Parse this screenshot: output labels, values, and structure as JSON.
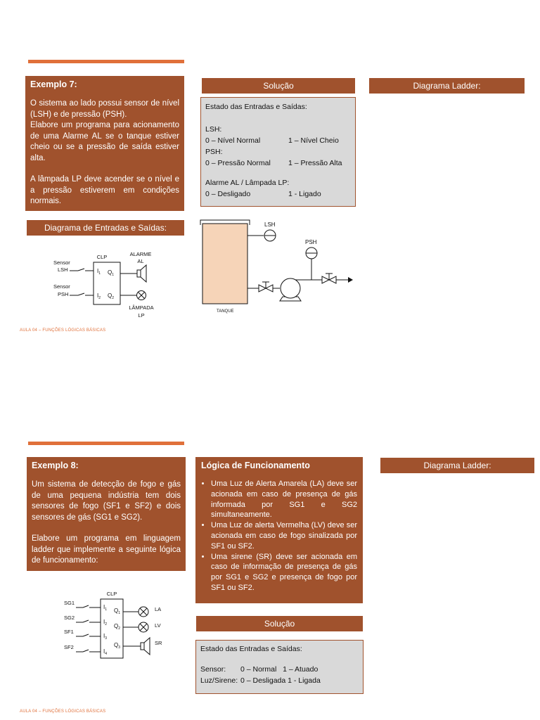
{
  "slide1": {
    "example": {
      "title": "Exemplo 7:",
      "p1": "O sistema ao lado possui sensor de nível (LSH) e de pressão (PSH).",
      "p2": "Elabore um programa para acionamento de uma Alarme AL se o tanque estiver cheio ou se a pressão de saída estiver alta.",
      "p3": "A lâmpada LP deve acender se o nível e a pressão estiverem em condições normais."
    },
    "solution": {
      "header": "Solução",
      "heading": "Estado das Entradas e Saídas:",
      "lsh_label": "LSH:",
      "lsh_0": "0 – Nível Normal",
      "lsh_1": "1 – Nível Cheio",
      "psh_label": "PSH:",
      "psh_0": "0 – Pressão Normal",
      "psh_1": "1 – Pressão Alta",
      "alarm_label": "Alarme AL / Lâmpada LP:",
      "alarm_0": "0 – Desligado",
      "alarm_1": "1 - Ligado"
    },
    "ladder_header": "Diagrama Ladder:",
    "io_header": "Diagrama de Entradas e Saídas:",
    "io_diagram": {
      "clp": "CLP",
      "sensor1_a": "Sensor",
      "sensor1_b": "LSH",
      "sensor2_a": "Sensor",
      "sensor2_b": "PSH",
      "in1": "I",
      "in1_sub": "1",
      "in2": "I",
      "in2_sub": "2",
      "out1": "Q",
      "out1_sub": "1",
      "out2": "Q",
      "out2_sub": "2",
      "alarm_a": "ALARME",
      "alarm_b": "AL",
      "lamp_a": "LÂMPADA",
      "lamp_b": "LP"
    },
    "process": {
      "lsh": "LSH",
      "psh": "PSH",
      "tank": "TANQUE"
    },
    "footer": "AULA 04 – FUNÇÕES LÓGICAS BÁSICAS"
  },
  "slide2": {
    "example": {
      "title": "Exemplo 8:",
      "p1": "Um sistema de detecção de fogo e gás de uma pequena indústria tem dois sensores de fogo (SF1 e SF2) e dois sensores de gás (SG1 e SG2).",
      "p2": "Elabore um programa em linguagem ladder que implemente a seguinte lógica de funcionamento:"
    },
    "logic": {
      "title": "Lógica de Funcionamento",
      "items": [
        "Uma Luz de Alerta Amarela (LA) deve ser acionada em caso de presença de gás informada por SG1 e SG2 simultaneamente.",
        "Uma Luz de alerta Vermelha (LV) deve ser acionada em caso de fogo sinalizada por SF1 ou SF2.",
        "Uma sirene (SR) deve ser acionada em caso de informação de presença de gás por SG1 e SG2 e presença de fogo por SF1 ou SF2."
      ]
    },
    "ladder_header": "Diagrama Ladder:",
    "solution": {
      "header": "Solução",
      "heading": "Estado das Entradas e Saídas:",
      "sensor_label": "Sensor:",
      "sensor_states": "0 – Normal   1 – Atuado",
      "out_label": "Luz/Sirene:",
      "out_states": "0 – Desligada 1 - Ligada"
    },
    "io_diagram": {
      "clp": "CLP",
      "sg1": "SG1",
      "sg2": "SG2",
      "sf1": "SF1",
      "sf2": "SF2",
      "i": "I",
      "i1": "1",
      "i2": "2",
      "i3": "3",
      "i4": "4",
      "q": "Q",
      "q1": "1",
      "q2": "2",
      "q3": "3",
      "la": "LA",
      "lv": "LV",
      "sr": "SR"
    },
    "footer": "AULA 04 – FUNÇÕES LÓGICAS BÁSICAS"
  },
  "colors": {
    "accent": "#a0522d",
    "rule": "#e0703a",
    "solution_bg": "#d9d9d9",
    "tank_fill": "#f6d4b8"
  }
}
